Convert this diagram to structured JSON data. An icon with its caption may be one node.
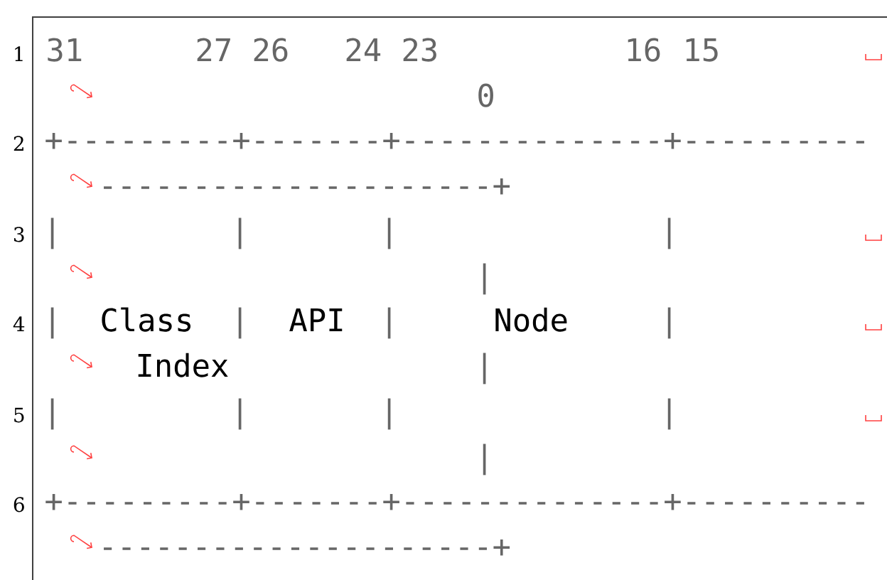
{
  "diagram": {
    "labels": [
      "1",
      "31",
      "27",
      "26",
      "24",
      "23",
      "16",
      "15",
      "0",
      "2",
      "+---------+-------+--------------+----------",
      "---------------------+",
      "3",
      "|",
      "|",
      "|",
      "|",
      "|",
      "4",
      "|",
      "Class",
      "|",
      "API",
      "|",
      "Node",
      "|",
      "Index",
      "|",
      "5",
      "|",
      "|",
      "|",
      "|",
      "|",
      "6",
      "+---------+-------+--------------+----------",
      "---------------------+"
    ]
  }
}
